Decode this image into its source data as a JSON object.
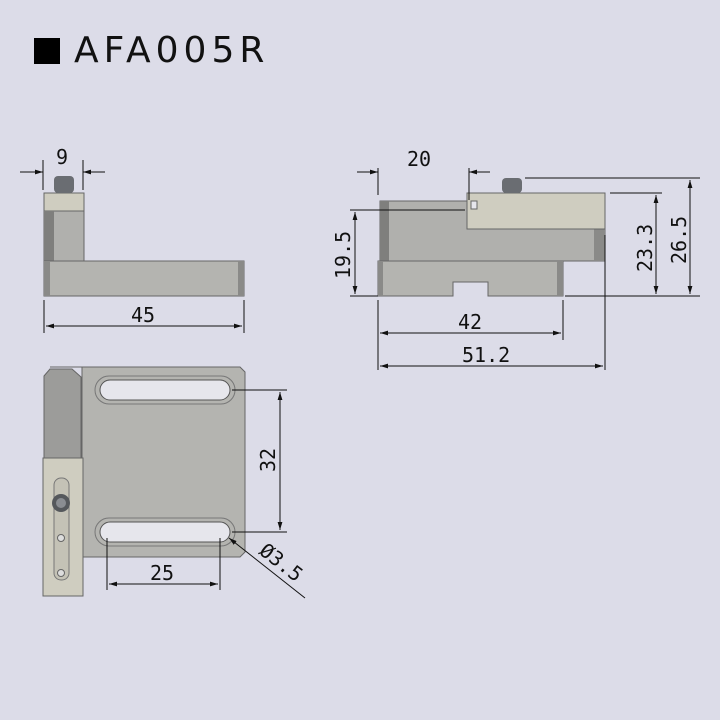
{
  "title": {
    "model": "AFA005R"
  },
  "colors": {
    "background": "#dcdce8",
    "plate": "#b4b4b0",
    "plate_dark": "#8a8a88",
    "block_light": "#cfcdc0",
    "line": "#111111"
  },
  "views": {
    "side_left": {
      "dims": {
        "width_top": "9",
        "length": "45"
      }
    },
    "side_right": {
      "dims": {
        "top_offset": "20",
        "height_left": "19.5",
        "height_a": "23.3",
        "height_b": "26.5",
        "base_len": "42",
        "total_len": "51.2"
      }
    },
    "top": {
      "dims": {
        "slot_spacing": "32",
        "slot_length": "25",
        "hole_dia": "Ø3.5"
      }
    }
  }
}
